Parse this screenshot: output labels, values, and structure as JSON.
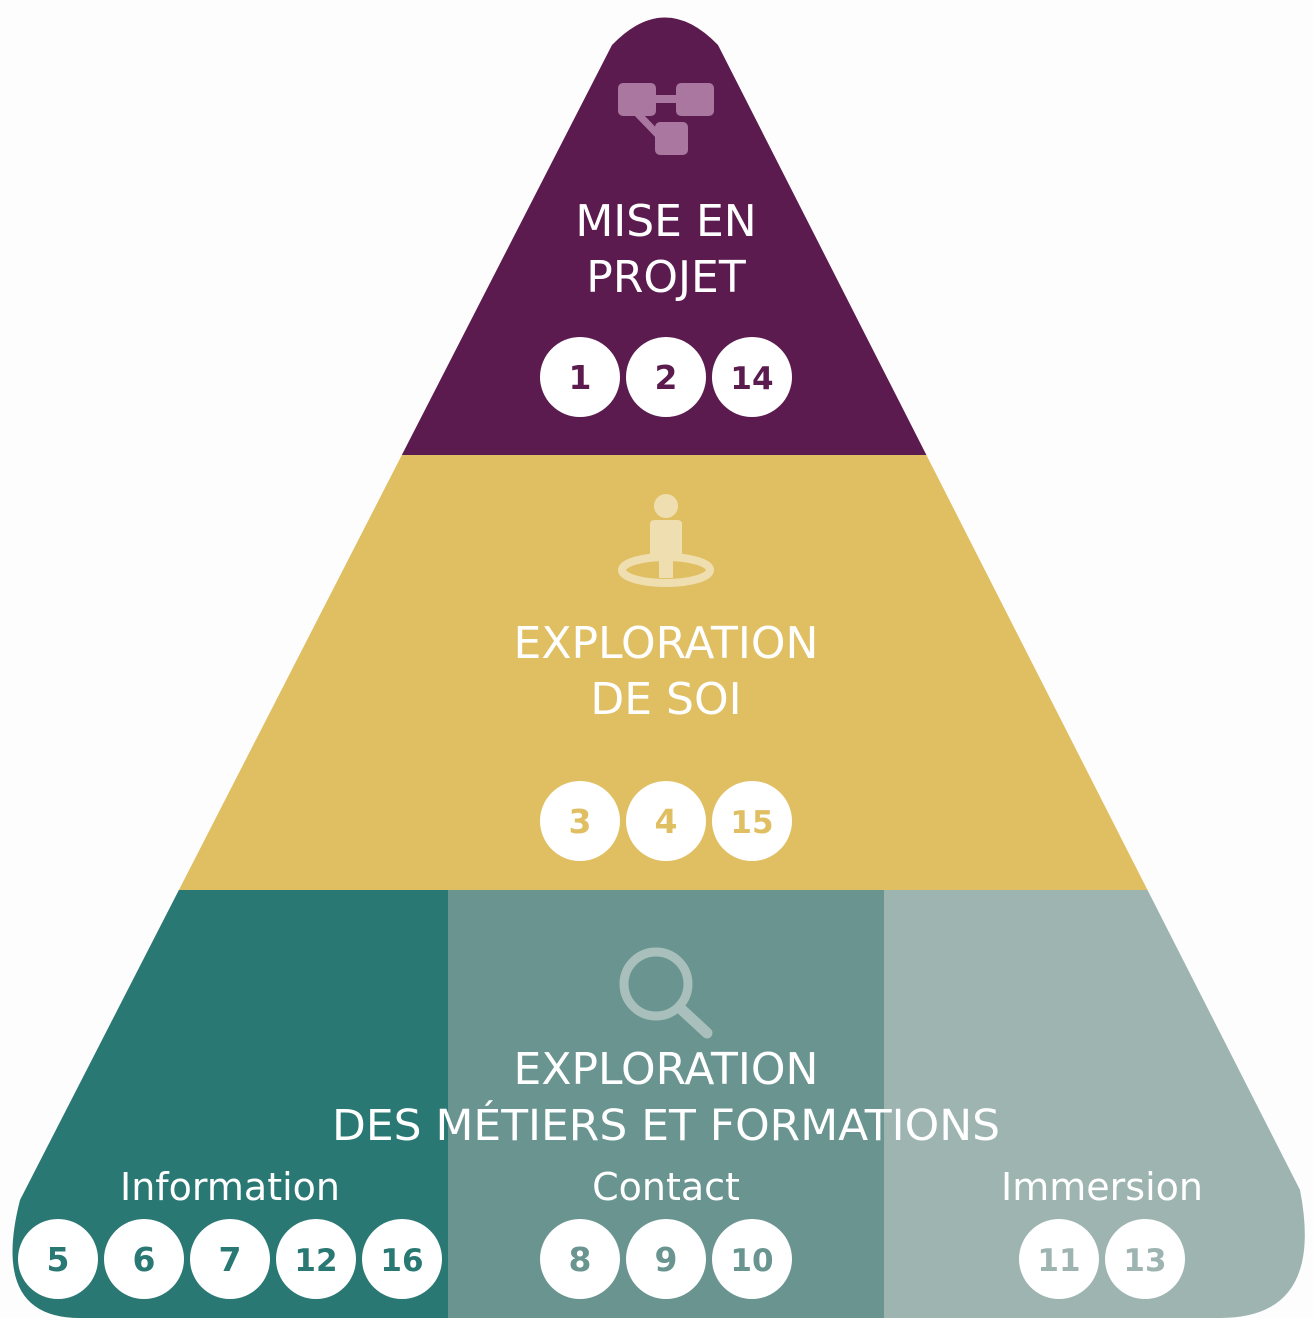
{
  "colors": {
    "top": "#5b1b4f",
    "middle": "#e0bf63",
    "bottom_left": "#2a7873",
    "bottom_center": "#6a9490",
    "bottom_right": "#9db4b1",
    "icon_top": "#a9779f",
    "icon_middle": "#efdfb0",
    "icon_bottom": "#a9bfbc",
    "badge": "#ffffff"
  },
  "levels": {
    "top": {
      "icon": "flowchart-icon",
      "title_line1": "MISE EN",
      "title_line2": "PROJET",
      "numbers": [
        "1",
        "2",
        "14"
      ]
    },
    "middle": {
      "icon": "person-location-icon",
      "title_line1": "EXPLORATION",
      "title_line2": "DE SOI",
      "numbers": [
        "3",
        "4",
        "15"
      ]
    },
    "bottom": {
      "icon": "magnifier-icon",
      "title_line1": "EXPLORATION",
      "title_line2": "DES MÉTIERS ET FORMATIONS",
      "sections": [
        {
          "label": "Information",
          "numbers": [
            "5",
            "6",
            "7",
            "12",
            "16"
          ]
        },
        {
          "label": "Contact",
          "numbers": [
            "8",
            "9",
            "10"
          ]
        },
        {
          "label": "Immersion",
          "numbers": [
            "11",
            "13"
          ]
        }
      ]
    }
  }
}
